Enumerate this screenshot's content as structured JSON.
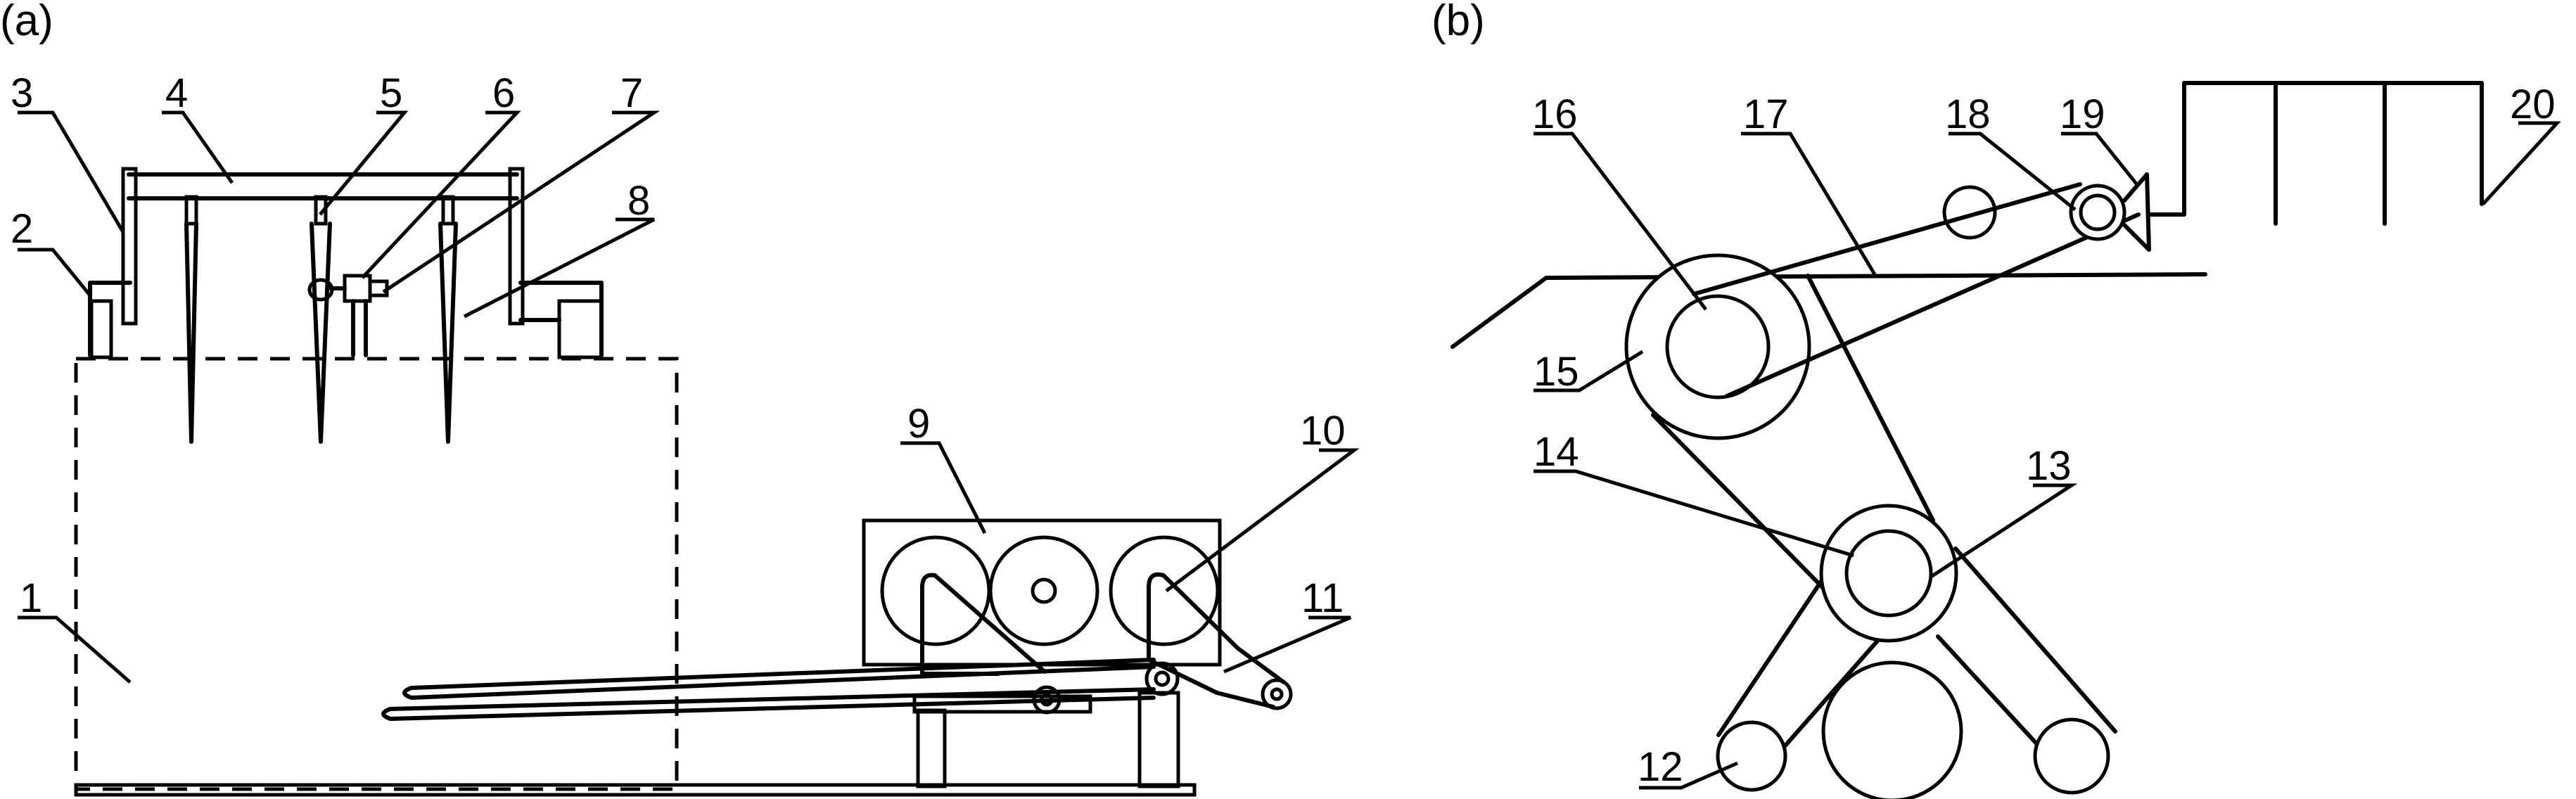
{
  "panels": {
    "a": {
      "label": "(a)"
    },
    "b": {
      "label": "(b)"
    }
  },
  "labels": [
    "1",
    "2",
    "3",
    "4",
    "5",
    "6",
    "7",
    "8",
    "9",
    "10",
    "11",
    "12",
    "13",
    "14",
    "15",
    "16",
    "17",
    "18",
    "19",
    "20"
  ]
}
